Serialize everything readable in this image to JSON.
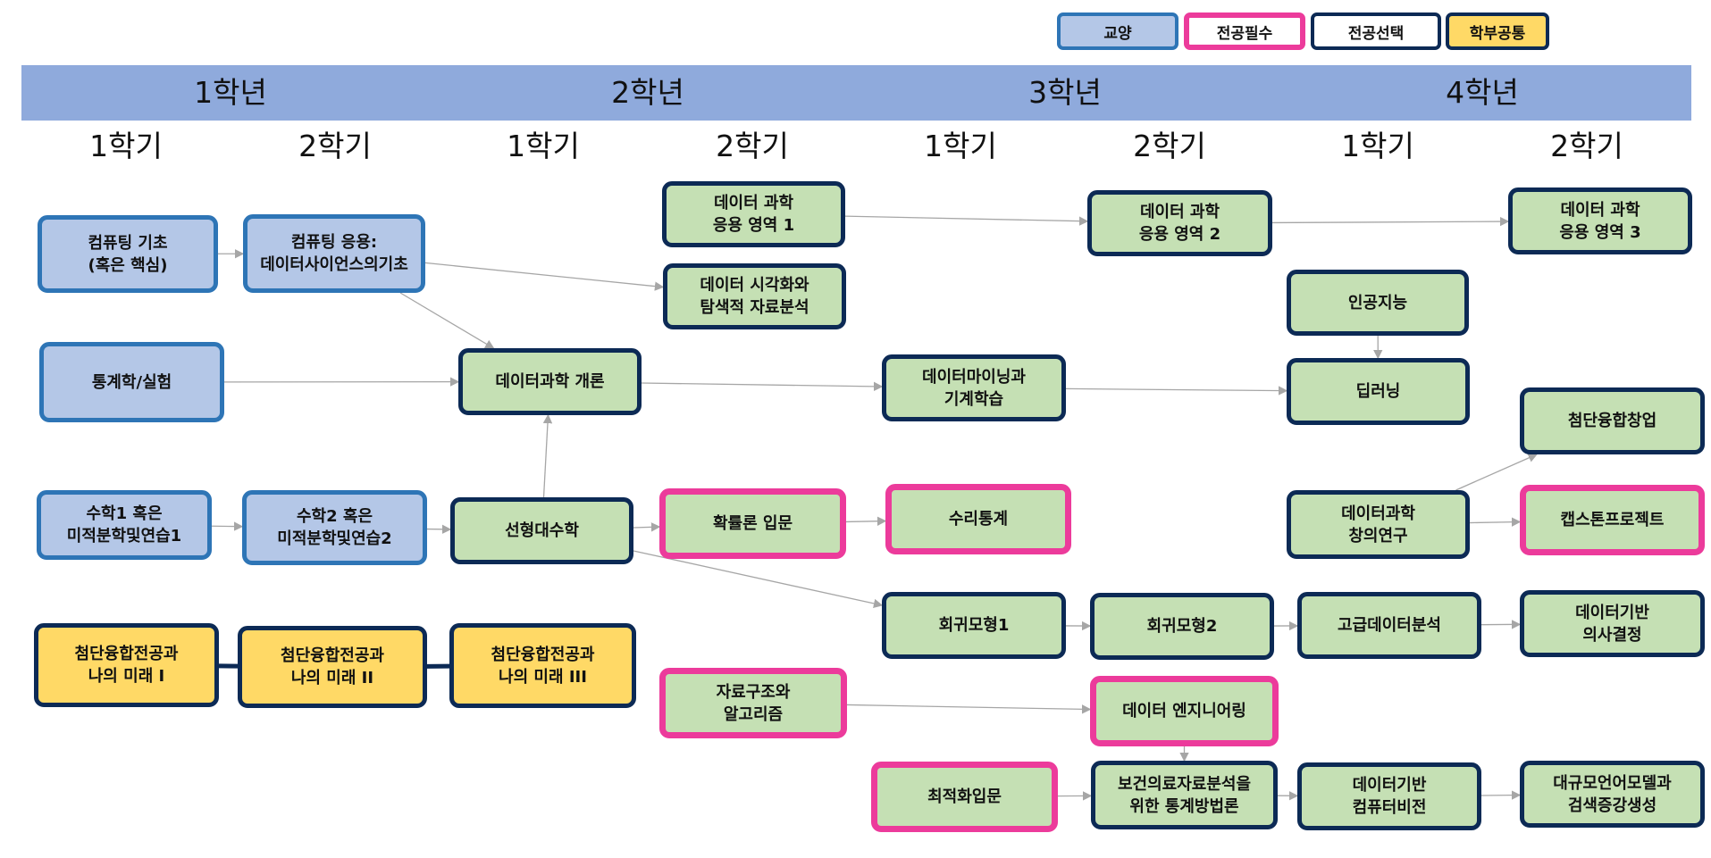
{
  "legend": {
    "general_ed": "교양",
    "major_required": "전공필수",
    "major_elective": "전공선택",
    "school_common": "학부공통"
  },
  "colors": {
    "general_fill": "#b4c7e7",
    "general_border": "#2e75b6",
    "major_fill": "#c5e0b4",
    "elective_border": "#0c2a55",
    "required_border": "#ec3b9b",
    "common_fill": "#ffd966",
    "year_band": "#8faadc",
    "arrow": "#a6a6a6"
  },
  "years": [
    "1학년",
    "2학년",
    "3학년",
    "4학년"
  ],
  "semesters": [
    "1학기",
    "2학기",
    "1학기",
    "2학기",
    "1학기",
    "2학기",
    "1학기",
    "2학기"
  ],
  "courses": {
    "computing_basic": "컴퓨팅 기초\n(혹은 핵심)",
    "computing_app": "컴퓨팅 응용:\n데이터사이언스의기초",
    "ds_app1": "데이터 과학\n응용 영역 1",
    "ds_app2": "데이터 과학\n응용 영역 2",
    "ds_app3": "데이터 과학\n응용 영역 3",
    "viz_eda": "데이터 시각화와\n탐색적 자료분석",
    "ai": "인공지능",
    "stat_lab": "통계학/실험",
    "ds_intro": "데이터과학 개론",
    "mining_ml": "데이터마이닝과\n기계학습",
    "deep_learning": "딥러닝",
    "startup": "첨단융합창업",
    "math1": "수학1 혹은\n미적분학및연습1",
    "math2": "수학2 혹은\n미적분학및연습2",
    "linear_algebra": "선형대수학",
    "probability": "확률론 입문",
    "math_stat": "수리통계",
    "ds_research": "데이터과학\n창의연구",
    "capstone": "캡스톤프로젝트",
    "future1": "첨단융합전공과\n나의 미래 I",
    "future2": "첨단융합전공과\n나의 미래 II",
    "future3": "첨단융합전공과\n나의 미래 III",
    "regression1": "회귀모형1",
    "regression2": "회귀모형2",
    "advanced_analysis": "고급데이터분석",
    "data_decision": "데이터기반\n의사결정",
    "ds_algo": "자료구조와\n알고리즘",
    "data_eng": "데이터 엔지니어링",
    "optimization": "최적화입문",
    "health_stat": "보건의료자료분석을\n위한 통계방법론",
    "data_cv": "데이터기반\n컴퓨터비전",
    "llm_rag": "대규모언어모델과\n검색증강생성"
  },
  "edges": [
    [
      "computing_basic",
      "computing_app"
    ],
    [
      "computing_app",
      "viz_eda"
    ],
    [
      "computing_app",
      "ds_intro"
    ],
    [
      "ds_app1",
      "ds_app2"
    ],
    [
      "ds_app2",
      "ds_app3"
    ],
    [
      "stat_lab",
      "ds_intro"
    ],
    [
      "ds_intro",
      "mining_ml"
    ],
    [
      "mining_ml",
      "deep_learning"
    ],
    [
      "ai",
      "deep_learning"
    ],
    [
      "linear_algebra",
      "ds_intro"
    ],
    [
      "math1",
      "math2"
    ],
    [
      "math2",
      "linear_algebra"
    ],
    [
      "linear_algebra",
      "probability"
    ],
    [
      "probability",
      "math_stat"
    ],
    [
      "ds_research",
      "startup"
    ],
    [
      "ds_research",
      "capstone"
    ],
    [
      "linear_algebra",
      "regression1"
    ],
    [
      "regression1",
      "regression2"
    ],
    [
      "regression2",
      "advanced_analysis"
    ],
    [
      "advanced_analysis",
      "data_decision"
    ],
    [
      "ds_algo",
      "data_eng"
    ],
    [
      "data_eng",
      "health_stat"
    ],
    [
      "optimization",
      "health_stat"
    ],
    [
      "health_stat",
      "data_cv"
    ],
    [
      "data_cv",
      "llm_rag"
    ],
    [
      "future1",
      "future2"
    ],
    [
      "future2",
      "future3"
    ]
  ]
}
